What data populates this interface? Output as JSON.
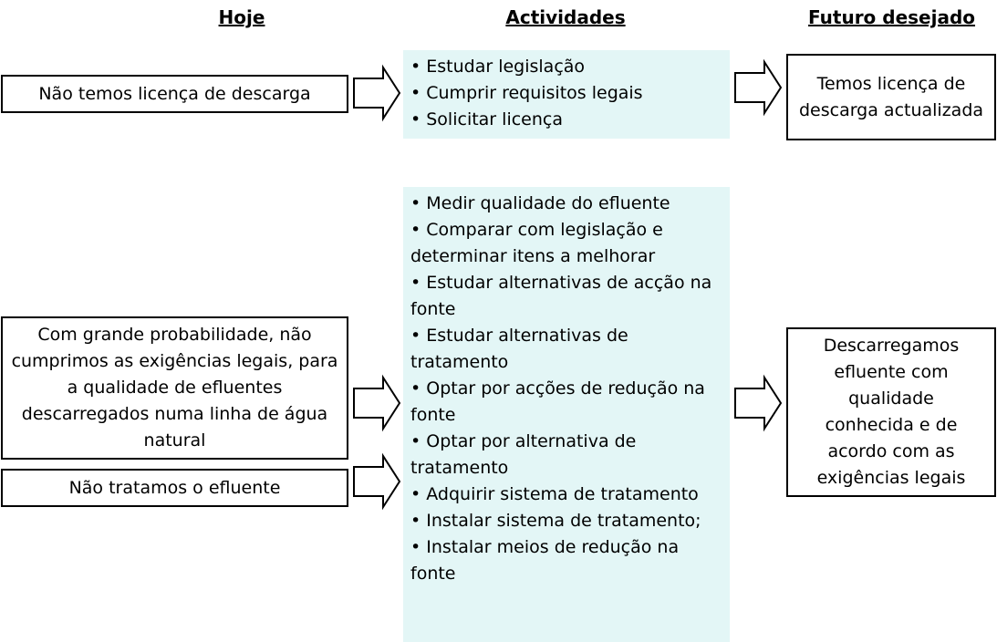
{
  "headers": {
    "today": "Hoje",
    "activities": "Actividades",
    "future": "Futuro desejado"
  },
  "row1": {
    "today": "Não temos licença de descarga",
    "activities": [
      "Estudar legislação",
      "Cumprir requisitos legais",
      "Solicitar licença"
    ],
    "future": "Temos licença de descarga actualizada"
  },
  "row2": {
    "today_a": "Com grande probabilidade, não cumprimos as exigências legais, para a qualidade de efluentes descarregados numa linha de água natural",
    "today_b": "Não tratamos o efluente",
    "activities": [
      "Medir qualidade do efluente",
      "Comparar com legislação e determinar itens a melhorar",
      "Estudar alternativas de acção na fonte",
      "Estudar alternativas de tratamento",
      "Optar por acções de redução na fonte",
      "Optar por alternativa de tratamento",
      "Adquirir sistema de tratamento",
      "Instalar sistema de tratamento;",
      "Instalar meios de redução na fonte"
    ],
    "future": "Descarregamos efluente com qualidade conhecida e de acordo com as exigências legais"
  }
}
